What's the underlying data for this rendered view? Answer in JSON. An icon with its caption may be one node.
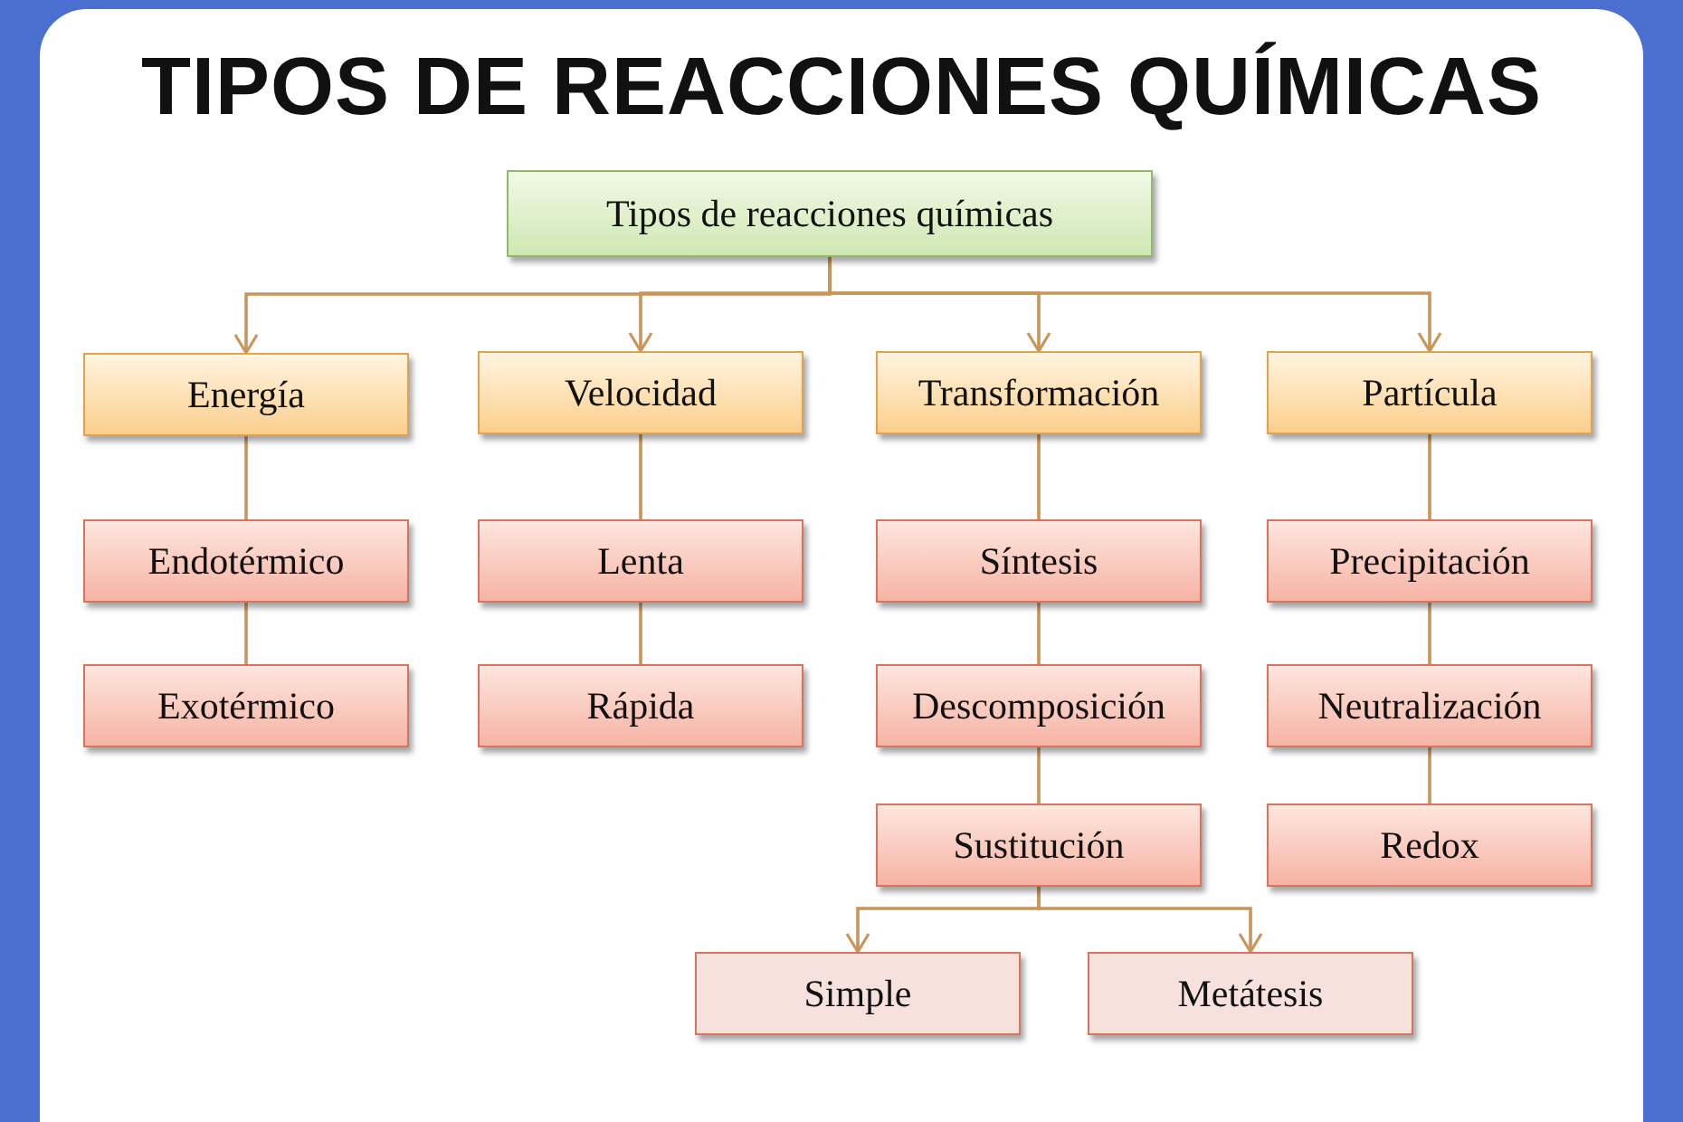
{
  "diagram": {
    "title": "TIPOS DE REACCIONES QUÍMICAS",
    "nodes": [
      {
        "text": [
          "Tipos de reacciones químicas"
        ]
      },
      {
        "text": [
          "Energía"
        ]
      },
      {
        "text": [
          "Velocidad"
        ]
      },
      {
        "text": [
          "Transformación"
        ]
      },
      {
        "text": [
          "Partícula"
        ]
      },
      {
        "text": [
          "Endotérmico"
        ]
      },
      {
        "text": [
          "Exotérmico"
        ]
      },
      {
        "text": [
          "Lenta"
        ]
      },
      {
        "text": [
          "Rápida"
        ]
      },
      {
        "text": [
          "Síntesis"
        ]
      },
      {
        "text": [
          "Descomposición"
        ]
      },
      {
        "text": [
          "Sustitución"
        ]
      },
      {
        "text": [
          "Precipitación"
        ]
      },
      {
        "text": [
          "Neutralización"
        ]
      },
      {
        "text": [
          "Redox"
        ]
      },
      {
        "text": [
          "Simple"
        ]
      },
      {
        "text": [
          "Metátesis"
        ]
      }
    ],
    "edges": [
      {
        "from": 0,
        "to": 1,
        "arrow": "to"
      },
      {
        "from": 0,
        "to": 2,
        "arrow": "to"
      },
      {
        "from": 0,
        "to": 3,
        "arrow": "to"
      },
      {
        "from": 0,
        "to": 4,
        "arrow": "to"
      },
      {
        "from": 1,
        "to": 5,
        "arrow": "none"
      },
      {
        "from": 5,
        "to": 6,
        "arrow": "none"
      },
      {
        "from": 2,
        "to": 7,
        "arrow": "none"
      },
      {
        "from": 7,
        "to": 8,
        "arrow": "none"
      },
      {
        "from": 3,
        "to": 9,
        "arrow": "none"
      },
      {
        "from": 9,
        "to": 10,
        "arrow": "none"
      },
      {
        "from": 10,
        "to": 11,
        "arrow": "none"
      },
      {
        "from": 4,
        "to": 12,
        "arrow": "none"
      },
      {
        "from": 12,
        "to": 13,
        "arrow": "none"
      },
      {
        "from": 13,
        "to": 14,
        "arrow": "none"
      },
      {
        "from": 11,
        "to": 15,
        "arrow": "to"
      },
      {
        "from": 11,
        "to": 16,
        "arrow": "to"
      }
    ]
  }
}
